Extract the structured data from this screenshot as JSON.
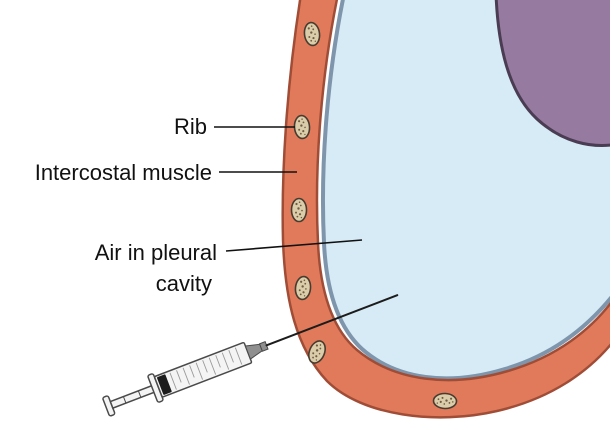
{
  "diagram": {
    "type": "anatomy-illustration",
    "labels": [
      {
        "id": "rib",
        "text": "Rib"
      },
      {
        "id": "intercostal-muscle",
        "text": "Intercostal muscle"
      },
      {
        "id": "air-in-pleural-cavity",
        "text": "Air in pleural cavity",
        "line1": "Air in pleural",
        "line2": "cavity"
      }
    ],
    "structures": [
      "chest-wall",
      "rib-cross-sections",
      "pleural-cavity-air",
      "lung",
      "syringe-with-needle"
    ]
  },
  "colors": {
    "chest-wall-fill": "#e17a5a",
    "chest-wall-outline": "#a04d37",
    "cavity-fill": "#d6ebf5",
    "cavity-outline": "#7e95ab",
    "lung-fill": "#967aa0",
    "lung-outline": "#4a3d53",
    "rib-fill": "#dccdaa",
    "rib-outline": "#473c30",
    "rib-speckle": "#6e5c44",
    "label-color": "#111111",
    "syringe-body": "#f4f4f4",
    "syringe-outline": "#4a4a4a",
    "syringe-metal": "#8f8f8f",
    "syringe-dark": "#1c1c1c"
  }
}
